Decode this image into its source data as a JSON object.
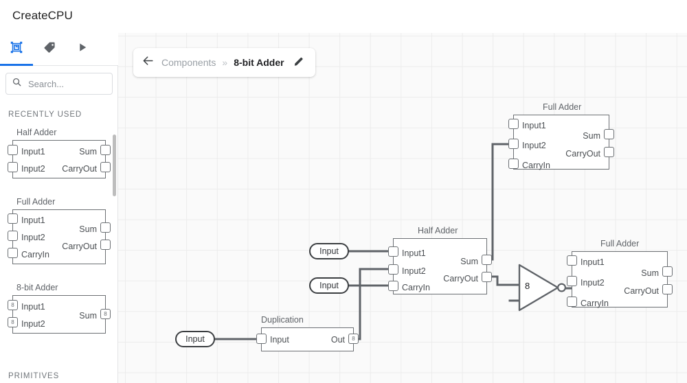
{
  "window": {
    "app_title": "CreateCPU"
  },
  "sidebar": {
    "tabs": [
      {
        "name": "components-tab",
        "icon": "component-icon",
        "active": true
      },
      {
        "name": "labels-tab",
        "icon": "tag-icon",
        "active": false
      },
      {
        "name": "run-tab",
        "icon": "play-icon",
        "active": false
      }
    ],
    "search": {
      "placeholder": "Search...",
      "value": "",
      "icon": "search-icon"
    },
    "sections": [
      {
        "title": "RECENTLY USED"
      },
      {
        "title": "PRIMITIVES"
      }
    ],
    "palette_items": [
      {
        "name": "Half Adder",
        "inputs": [
          {
            "label": "Input1",
            "bits": ""
          },
          {
            "label": "Input2",
            "bits": ""
          }
        ],
        "outputs": [
          {
            "label": "Sum",
            "bits": ""
          },
          {
            "label": "CarryOut",
            "bits": ""
          }
        ]
      },
      {
        "name": "Full Adder",
        "inputs": [
          {
            "label": "Input1",
            "bits": ""
          },
          {
            "label": "Input2",
            "bits": ""
          },
          {
            "label": "CarryIn",
            "bits": ""
          }
        ],
        "outputs": [
          {
            "label": "Sum",
            "bits": ""
          },
          {
            "label": "CarryOut",
            "bits": ""
          }
        ]
      },
      {
        "name": "8-bit Adder",
        "inputs": [
          {
            "label": "Input1",
            "bits": "8"
          },
          {
            "label": "Input2",
            "bits": "8"
          }
        ],
        "outputs": [
          {
            "label": "Sum",
            "bits": "8"
          }
        ]
      }
    ]
  },
  "breadcrumb": {
    "back_icon": "arrow-left-icon",
    "root": "Components",
    "separator": "»",
    "current": "8-bit Adder",
    "edit_icon": "pencil-icon"
  },
  "canvas": {
    "blocks": [
      {
        "id": "full-adder-top",
        "name": "Full Adder",
        "inputs": [
          "Input1",
          "Input2",
          "CarryIn"
        ],
        "outputs": [
          "Sum",
          "CarryOut"
        ]
      },
      {
        "id": "half-adder-mid",
        "name": "Half Adder",
        "inputs": [
          "Input1",
          "Input2",
          "CarryIn"
        ],
        "outputs": [
          "Sum",
          "CarryOut"
        ]
      },
      {
        "id": "full-adder-right",
        "name": "Full Adder",
        "inputs": [
          "Input1",
          "Input2",
          "CarryIn"
        ],
        "outputs": [
          "Sum",
          "CarryOut"
        ]
      },
      {
        "id": "duplication",
        "name": "Duplication",
        "inputs": [
          "Input"
        ],
        "outputs": [
          "Out"
        ],
        "output_bits": "8"
      }
    ],
    "io_pills": [
      {
        "id": "input-pill-1",
        "label": "Input"
      },
      {
        "id": "input-pill-2",
        "label": "Input"
      },
      {
        "id": "input-pill-3",
        "label": "Input"
      }
    ],
    "buffer": {
      "id": "bus-buffer",
      "label": "8"
    }
  },
  "colors": {
    "accent": "#1a73e8",
    "block_stroke": "#6b6f73",
    "wire": "#5f6368",
    "canvas_bg": "#fafafa",
    "grid_line": "#ececec",
    "text_primary": "#202124",
    "text_muted": "#9aa0a6"
  }
}
